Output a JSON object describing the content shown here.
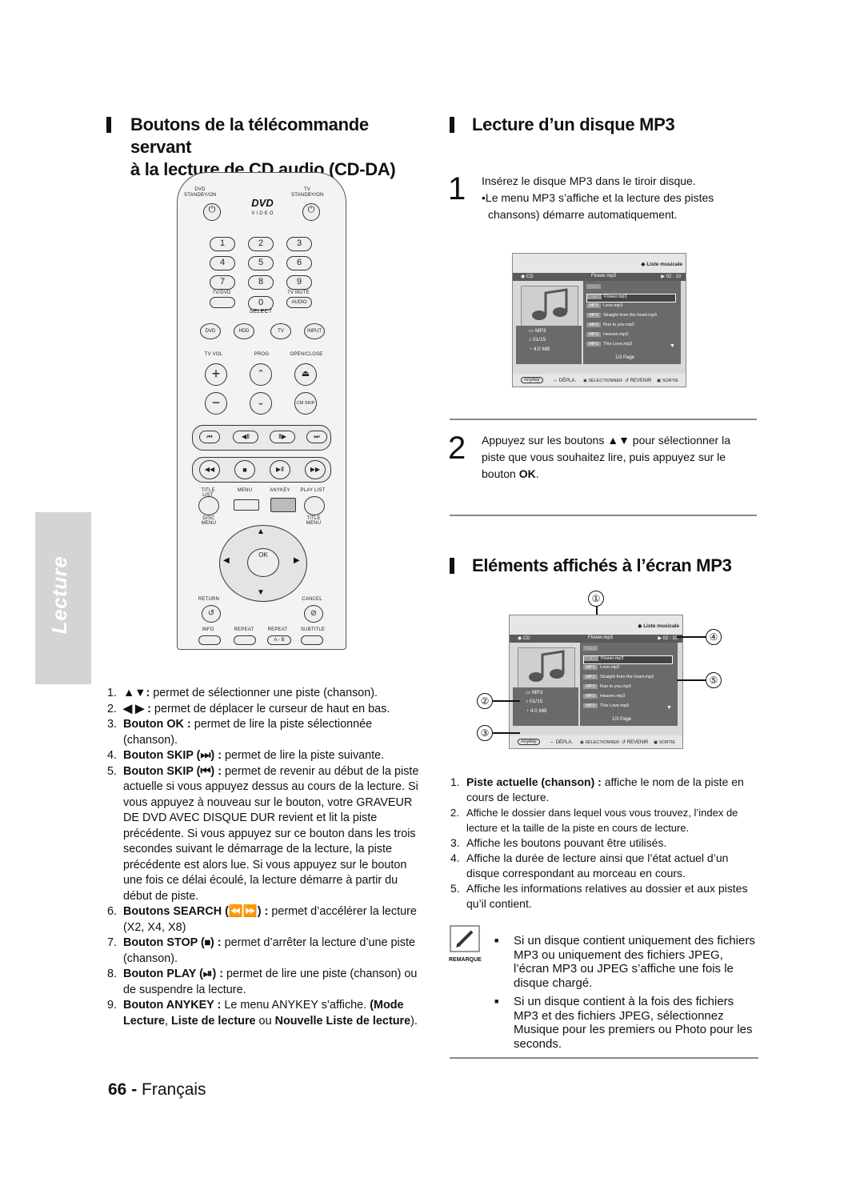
{
  "left_title": {
    "line1": "Boutons de la télécommande servant",
    "line2": "à la lecture de CD audio (CD-DA)"
  },
  "side_tab": "Lecture",
  "remote": {
    "dvd": "DVD",
    "standby_dvd": "STANDBY/ON",
    "tv": "TV",
    "standby_tv": "STANDBY/ON",
    "logo": "DVD",
    "logo_sub": "V I D E O",
    "digits": [
      "1",
      "2",
      "3",
      "4",
      "5",
      "6",
      "7",
      "8",
      "9",
      "0"
    ],
    "tvdvd": "TV/DVD",
    "tvmute": "TV MUTE",
    "audio": "AUDIO",
    "select": "SELECT",
    "src": [
      "DVD",
      "HDD",
      "TV",
      "INPUT"
    ],
    "tvvol": "TV VOL",
    "prog": "PROG",
    "openclose": "OPEN/CLOSE",
    "cm": "CM SKIP",
    "titlelist": "TITLE LIST",
    "menu": "MENU",
    "anykey": "ANYKEY",
    "playlist": "PLAY LIST",
    "discmenu": "DISC MENU",
    "titlemenu": "TITLE MENU",
    "ok": "OK",
    "return": "RETURN",
    "cancel": "CANCEL",
    "info": "INFO",
    "repeat": "REPEAT",
    "repeat2": "REPEAT",
    "subtitle": "SUBTITLE",
    "ab": "A - B"
  },
  "left_list": [
    {
      "n": "1.",
      "parts": [
        {
          "b": "▲▼:",
          "t": " permet de sélectionner une piste (chanson)."
        }
      ]
    },
    {
      "n": "2.",
      "parts": [
        {
          "b": "◀ ▶ :",
          "t": " permet de déplacer le curseur de haut en bas."
        }
      ]
    },
    {
      "n": "3.",
      "parts": [
        {
          "b": "Bouton OK :",
          "t": " permet de lire la piste sélectionnée (chanson)."
        }
      ]
    },
    {
      "n": "4.",
      "parts": [
        {
          "b": "Bouton SKIP (⏭) :",
          "t": " permet de lire la piste suivante."
        }
      ]
    },
    {
      "n": "5.",
      "parts": [
        {
          "b": "Bouton SKIP (⏮) :",
          "t": " permet de revenir au début de la piste actuelle si vous appuyez dessus au cours de la lecture. Si vous appuyez à nouveau sur le bouton, votre GRAVEUR DE DVD AVEC DISQUE DUR revient et lit la piste précédente. Si vous appuyez sur ce bouton dans les trois secondes suivant le démarrage de la lecture, la piste précédente est alors lue. Si vous appuyez sur le bouton une fois ce délai écoulé, la lecture démarre à partir du début de piste."
        }
      ]
    },
    {
      "n": "6.",
      "parts": [
        {
          "b": "Boutons SEARCH (⏪⏩) :",
          "t": " permet d’accélérer la lecture (X2, X4, X8)"
        }
      ]
    },
    {
      "n": "7.",
      "parts": [
        {
          "b": "Bouton STOP (⏹) :",
          "t": " permet d’arrêter la lecture d’une piste (chanson)."
        }
      ]
    },
    {
      "n": "8.",
      "parts": [
        {
          "b": "Bouton PLAY (⏯) :",
          "t": " permet de lire une piste (chanson) ou de suspendre la lecture."
        }
      ]
    },
    {
      "n": "9.",
      "parts": [
        {
          "b": "Bouton ANYKEY :",
          "t": "  Le menu ANYKEY s’affiche. "
        },
        {
          "b": "(Mode Lecture",
          "t": ", "
        },
        {
          "b": "Liste de lecture",
          "t": " ou "
        },
        {
          "b": "Nouvelle Liste de lecture",
          "t": ")."
        }
      ]
    }
  ],
  "footer": {
    "page": "66 -",
    "lang": "Français"
  },
  "right_title1": "Lecture d’un disque MP3",
  "step1": {
    "num": "1",
    "line1": "Insérez le disque MP3 dans le tiroir disque.",
    "line2": "•Le menu MP3 s’affiche et la lecture des pistes",
    "line3": "chansons) démarre automatiquement."
  },
  "screen": {
    "title": "Liste musicale",
    "cd": "CD",
    "current": "Flower.mp3",
    "time": "02 : 10",
    "folder": "MP3",
    "index": "01/15",
    "size": "4.0 MB",
    "files": [
      {
        "tag": "..",
        "name": ""
      },
      {
        "tag": "♪",
        "name": "Flower.mp3"
      },
      {
        "tag": "MP3",
        "name": "Love.mp3"
      },
      {
        "tag": "MP3",
        "name": "Straight from the heart.mp3"
      },
      {
        "tag": "MP3",
        "name": "Run to you.mp3"
      },
      {
        "tag": "MP3",
        "name": "Heaven.mp3"
      },
      {
        "tag": "MP3",
        "name": "This Love.mp3"
      }
    ],
    "page": "1/3 Page",
    "anykey": "Anykey",
    "depl": "DÉPLA.",
    "sel": "SÉLECTIONNER",
    "rev": "REVENIR",
    "sortie": "SORTIE"
  },
  "step2": {
    "num": "2",
    "line1": "Appuyez sur les boutons ▲▼ pour sélectionner la",
    "line2": "piste que vous souhaitez lire, puis appuyez sur le",
    "line3a": "bouton ",
    "line3b": "OK",
    "line3c": "."
  },
  "right_title2": "Eléments affichés à l’écran MP3",
  "callouts": [
    "①",
    "②",
    "③",
    "④",
    "⑤"
  ],
  "right_list": [
    {
      "n": "1.",
      "b": "Piste actuelle (chanson) :",
      "t": " affiche le nom de la piste en cours de lecture."
    },
    {
      "n": "2.",
      "b": "",
      "t": "Affiche le dossier dans lequel vous vous trouvez, l’index de lecture et la taille de la piste en cours de lecture."
    },
    {
      "n": "3.",
      "b": "",
      "t": "Affiche les boutons pouvant être utilisés."
    },
    {
      "n": "4.",
      "b": "",
      "t": "Affiche la durée de lecture ainsi que l’état actuel d’un disque correspondant au morceau en cours."
    },
    {
      "n": "5.",
      "b": "",
      "t": "Affiche les informations relatives au dossier et aux pistes qu’il contient."
    }
  ],
  "note": {
    "label": "REMARQUE",
    "items": [
      "Si un disque contient uniquement des fichiers MP3 ou uniquement des fichiers JPEG, l’écran MP3 ou JPEG s’affiche une fois le disque chargé.",
      "Si un disque contient à la fois des fichiers MP3 et des fichiers JPEG, sélectionnez Musique pour les premiers ou Photo pour les seconds."
    ]
  }
}
